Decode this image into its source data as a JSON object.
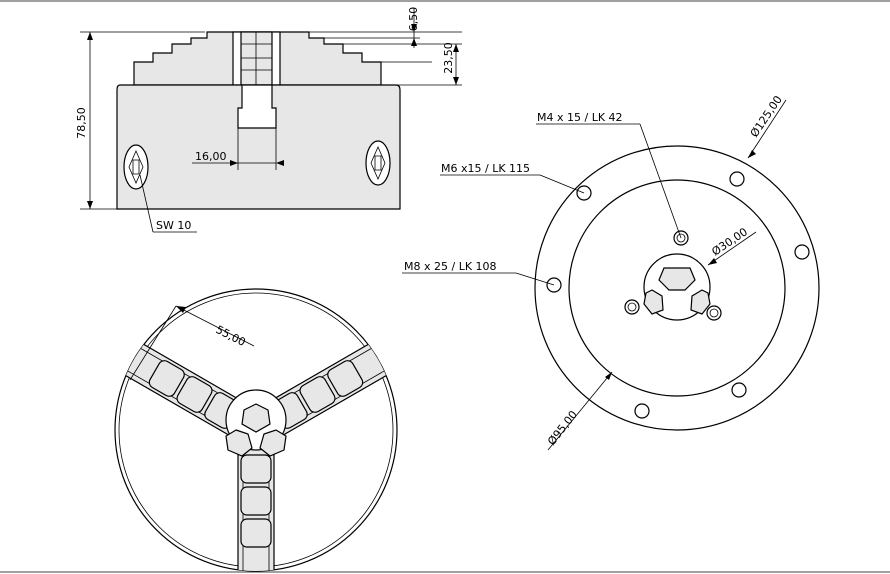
{
  "dimensions": {
    "d_6_50": "6,50",
    "d_23_50": "23,50",
    "d_78_50": "78,50",
    "d_16_00": "16,00",
    "d_55_00": "55,00",
    "d_dia_125": "Ø125,00",
    "d_dia_30": "Ø30,00",
    "d_dia_95": "Ø95,00"
  },
  "callouts": {
    "sw10": "SW 10",
    "m4": "M4 x 15 / LK 42",
    "m6": "M6 x15 / LK 115",
    "m8": "M8 x 25 / LK 108"
  },
  "colors": {
    "line": "#000000",
    "part_fill": "#e7e7e7",
    "background": "#ffffff"
  }
}
